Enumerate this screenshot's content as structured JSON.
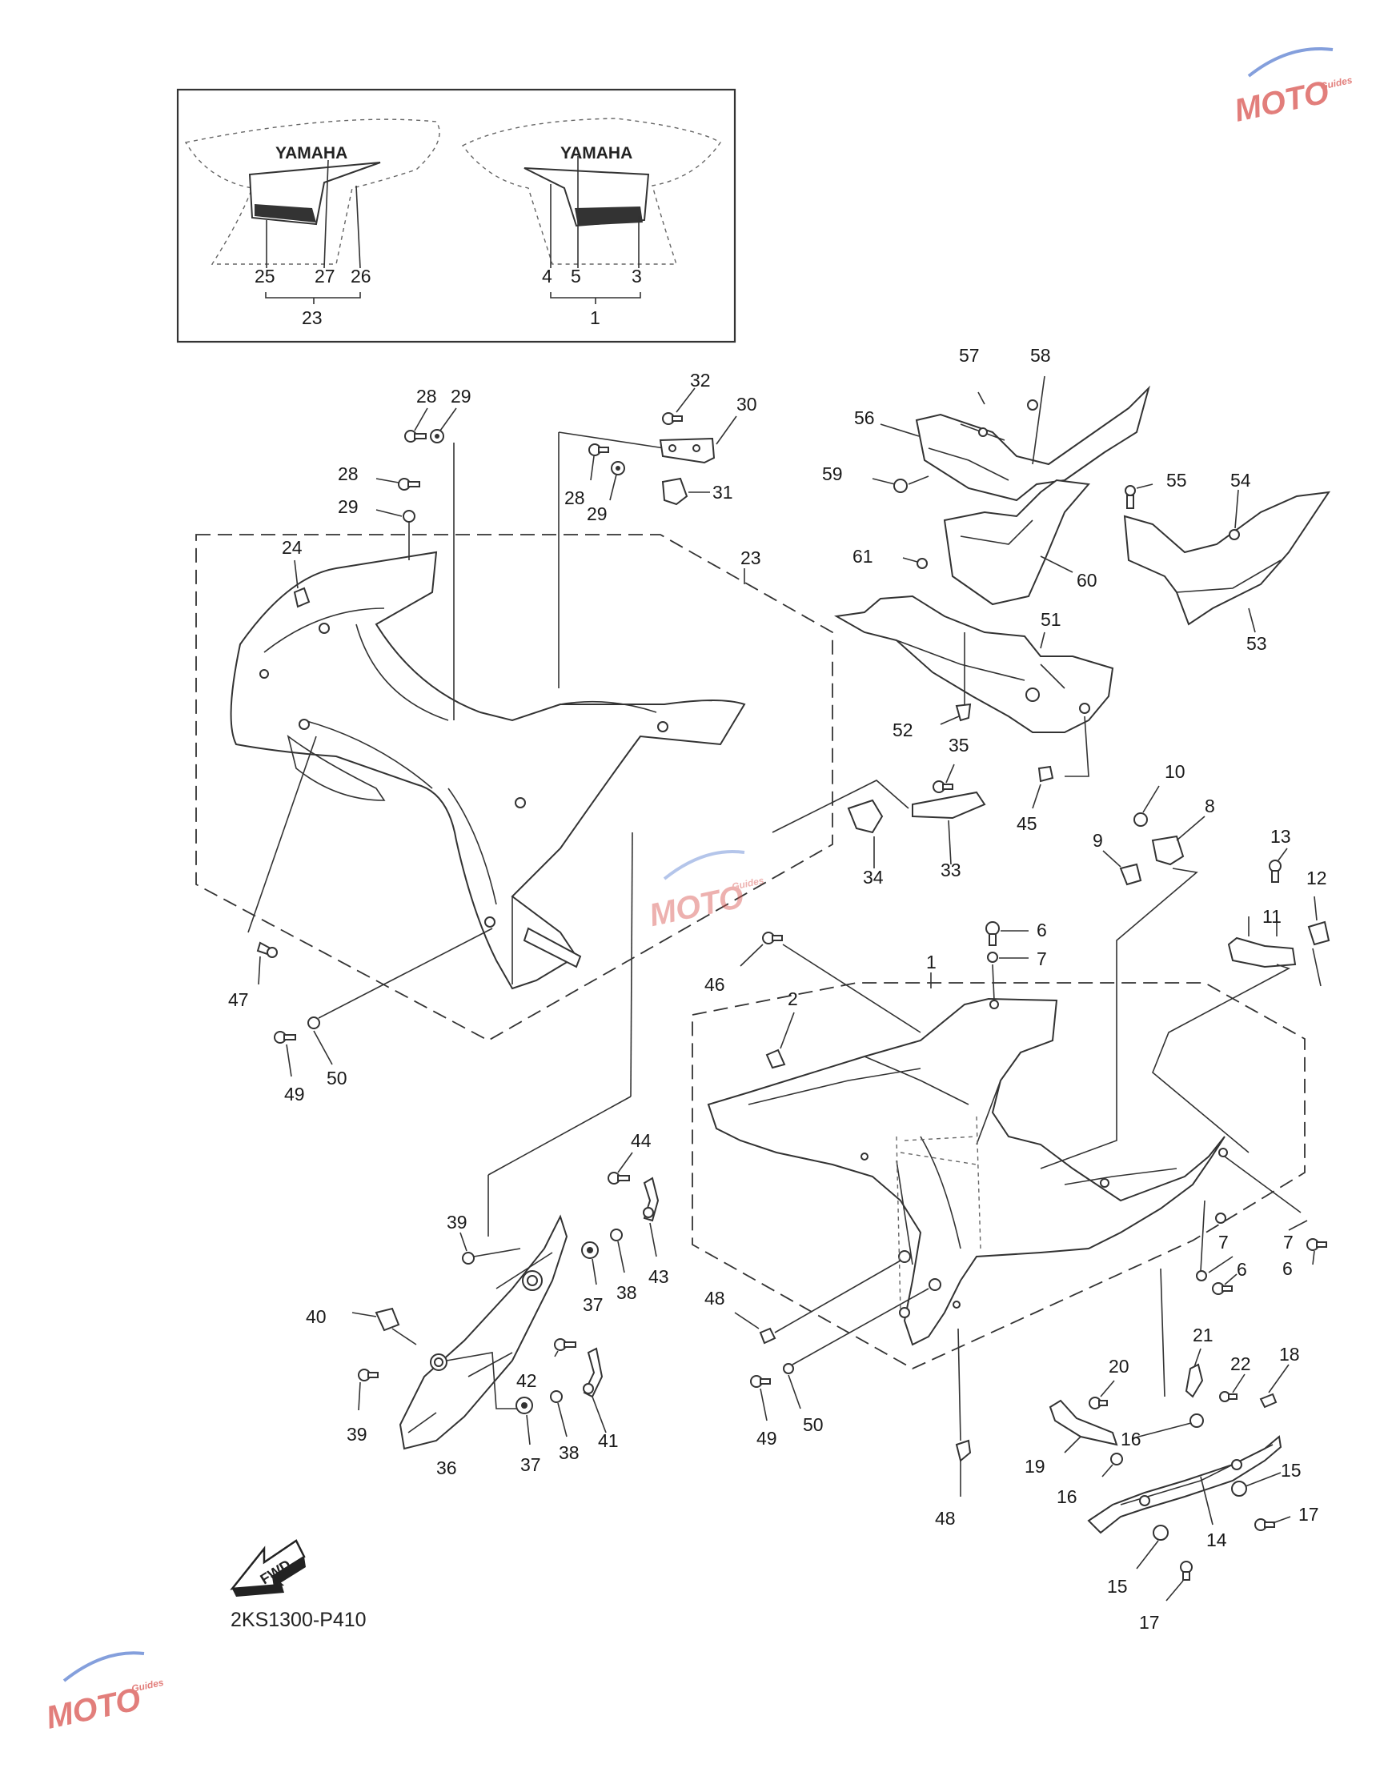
{
  "inset": {
    "left_brand": "YAMAHA",
    "right_brand": "YAMAHA",
    "left_callouts": [
      "25",
      "27",
      "26"
    ],
    "left_group": "23",
    "right_callouts": [
      "4",
      "5",
      "3"
    ],
    "right_group": "1"
  },
  "callouts": {
    "c1": "1",
    "c2": "2",
    "c6a": "6",
    "c6b": "6",
    "c6c": "6",
    "c7a": "7",
    "c7b": "7",
    "c7c": "7",
    "c8": "8",
    "c9": "9",
    "c10": "10",
    "c11": "11",
    "c12": "12",
    "c13": "13",
    "c14": "14",
    "c15a": "15",
    "c15b": "15",
    "c16a": "16",
    "c16b": "16",
    "c17a": "17",
    "c17b": "17",
    "c18": "18",
    "c19": "19",
    "c20": "20",
    "c21": "21",
    "c22": "22",
    "c23": "23",
    "c24": "24",
    "c28a": "28",
    "c28b": "28",
    "c28c": "28",
    "c29a": "29",
    "c29b": "29",
    "c29c": "29",
    "c30": "30",
    "c31": "31",
    "c32": "32",
    "c33": "33",
    "c34": "34",
    "c35": "35",
    "c36": "36",
    "c37a": "37",
    "c37b": "37",
    "c38a": "38",
    "c38b": "38",
    "c39a": "39",
    "c39b": "39",
    "c40": "40",
    "c41": "41",
    "c42": "42",
    "c43": "43",
    "c44": "44",
    "c45": "45",
    "c46": "46",
    "c47": "47",
    "c48a": "48",
    "c48b": "48",
    "c49a": "49",
    "c49b": "49",
    "c50a": "50",
    "c50b": "50",
    "c51": "51",
    "c52": "52",
    "c53": "53",
    "c54": "54",
    "c55": "55",
    "c56": "56",
    "c57": "57",
    "c58": "58",
    "c59": "59",
    "c60": "60",
    "c61": "61"
  },
  "fwd_label": "FWD",
  "diagram_code": "2KS1300-P410",
  "watermark": {
    "main": "MOTO",
    "sub": "Guides",
    "color": "#d9534f",
    "accent": "#5b7fd1"
  }
}
